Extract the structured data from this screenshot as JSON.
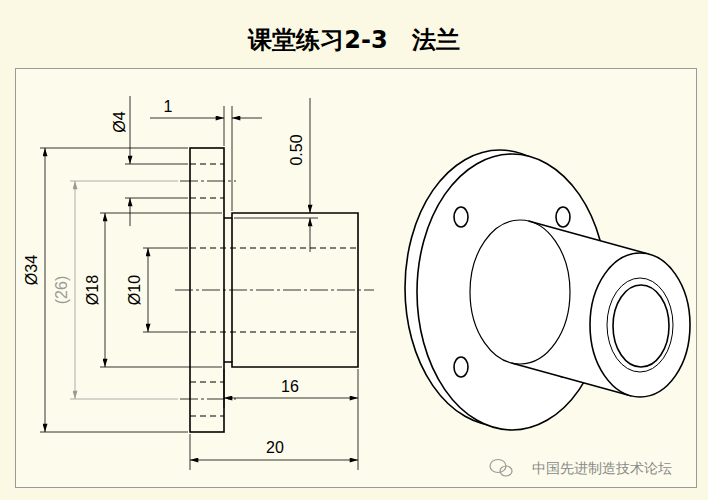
{
  "diagram": {
    "title": "课堂练习2-3　法兰",
    "labels": [
      "Ø4",
      "1",
      "0.50",
      "Ø34",
      "(26)",
      "Ø18",
      "Ø10",
      "16",
      "20",
      "中国先进制造技术论坛"
    ]
  }
}
